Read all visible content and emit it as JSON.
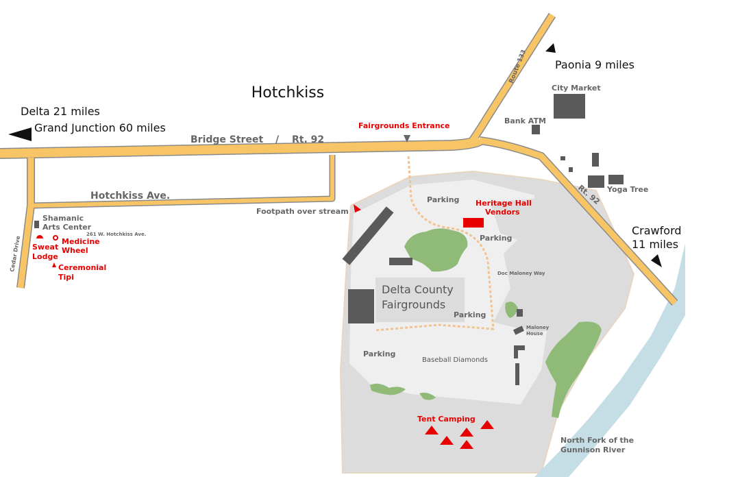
{
  "town": "Hotchkiss",
  "roads": {
    "bridge_street": "Bridge Street",
    "separator": "/",
    "rt92": "Rt. 92",
    "hotchkiss_ave": "Hotchkiss Ave.",
    "route133": "Route 133",
    "rt92_diag": "Rt. 92",
    "cedar_drive": "Cedar Drive",
    "doc_maloney_way": "Doc Maloney Way"
  },
  "directions": {
    "delta": "Delta 21 miles",
    "grand_junction": "Grand Junction 60 miles",
    "paonia": "Paonia 9 miles",
    "crawford_1": "Crawford",
    "crawford_2": "11 miles"
  },
  "places": {
    "city_market": "City Market",
    "bank_atm": "Bank ATM",
    "yoga_tree": "Yoga Tree",
    "shamanic_1": "Shamanic",
    "shamanic_2": "Arts Center",
    "address": "261 W. Hotchkiss Ave.",
    "river_1": "North Fork of the",
    "river_2": "Gunnison River"
  },
  "fairgrounds": {
    "name_1": "Delta County",
    "name_2": "Fairgrounds",
    "parking": "Parking",
    "baseball": "Baseball Diamonds",
    "maloney_1": "Maloney",
    "maloney_2": "House"
  },
  "highlights": {
    "entrance": "Fairgrounds Entrance",
    "footpath": "Footpath over stream",
    "heritage_1": "Heritage Hall",
    "heritage_2": "Vendors",
    "sweat_1": "Sweat",
    "sweat_2": "Lodge",
    "medicine_1": "Medicine",
    "medicine_2": "Wheel",
    "tipi_1": "Ceremonial",
    "tipi_2": "Tipi",
    "tent": "Tent Camping"
  },
  "colors": {
    "road": "#f7c566",
    "road_edge": "#8a8a8a",
    "ground": "#dcdcdc",
    "ground_light": "#efefef",
    "building": "#5a5a5a",
    "tree": "#8fba78",
    "river": "#c5dee5",
    "path": "#f2c28f",
    "highlight": "#e80000"
  }
}
